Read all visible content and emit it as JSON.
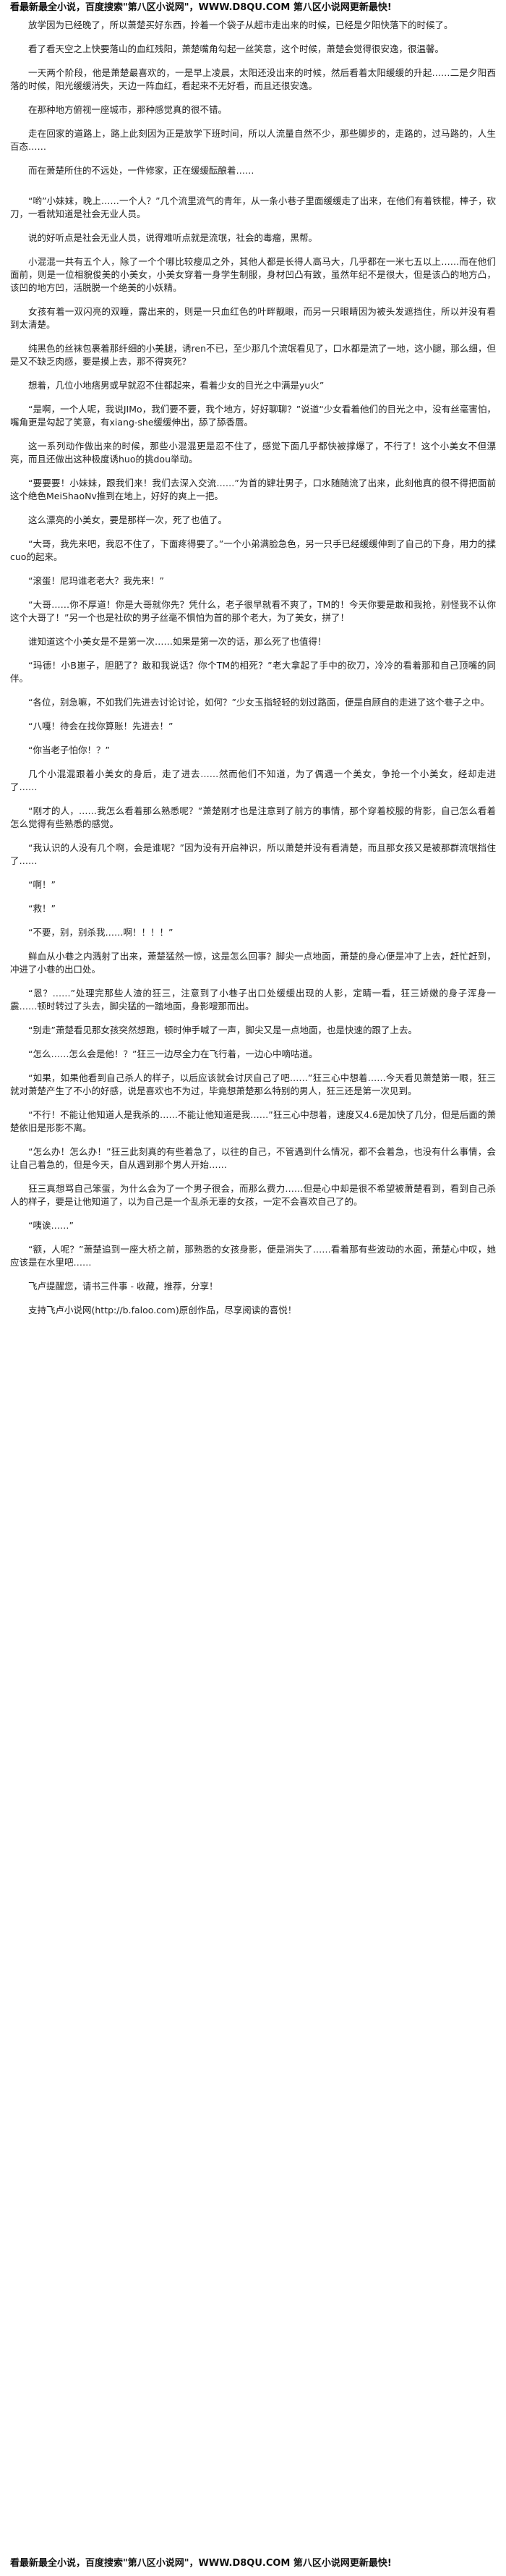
{
  "banner": {
    "top": "看最新最全小说，百度搜索\"第八区小说网\"，WWW.D8QU.COM 第八区小说网更新最快!",
    "bottom": "看最新最全小说，百度搜索\"第八区小说网\"，WWW.D8QU.COM 第八区小说网更新最快!"
  },
  "paragraphs": [
    "放学因为已经晚了，所以萧楚买好东西，拎着一个袋子从超市走出来的时候，已经是夕阳快落下的时候了。",
    "看了看天空之上快要落山的血红残阳，萧楚嘴角勾起一丝笑意，这个时候，萧楚会觉得很安逸，很温馨。",
    "一天两个阶段，他是萧楚最喜欢的，一是早上凌晨，太阳还没出来的时候，然后看着太阳缓缓的升起……二是夕阳西落的时候，阳光缓缓消失，天边一阵血红，看起来不无好看，而且还很安逸。",
    "在那种地方俯视一座城市，那种感觉真的很不错。",
    "走在回家的道路上，路上此刻因为正是放学下班时间，所以人流量自然不少，那些脚步的，走路的，过马路的，人生百态……",
    "而在萧楚所住的不远处，一件修家，正在缓缓酝酿着……",
    "“哟”小妹妹，晚上……一个人？”几个流里流气的青年，从一条小巷子里面缓缓走了出来，在他们有着铁棍，棒子，砍刀，一看就知道是社会无业人员。",
    "说的好听点是社会无业人员，说得难听点就是流氓，社会的毒瘤，黑帮。",
    "小混混一共有五个人，除了一个个哪比较瘦瓜之外，其他人都是长得人高马大，几乎都在一米七五以上……而在他们面前，则是一位相貌俊美的小美女，小美女穿着一身学生制服，身材凹凸有致，虽然年纪不是很大，但是该凸的地方凸，该凹的地方凹，活脱脱一个绝美的小妖精。",
    "女孩有着一双闪亮的双瞳，露出来的，则是一只血红色的叶畔靓眼，而另一只眼睛因为被头发遮挡住，所以并没有看到太清楚。",
    "纯黑色的丝袜包裹着那纤细的小美腿，诱ren不已，至少那几个流氓看见了，口水都是流了一地，这小腿，那么细，但是又不缺乏肉感，要是摸上去，那不得爽死？",
    "想着，几位小地痞男或早就忍不住都起来，看着少女的目光之中满是yu火”",
    "“是啊，一个人呢，我说JIMo，我们要不要，我个地方，好好聊聊？”说道“少女看着他们的目光之中，没有丝毫害怕，嘴角更是勾起了笑意，有xiang-she缓缓伸出，舔了舔香唇。",
    "这一系列动作做出来的时候，那些小混混更是忍不住了，感觉下面几乎都快被撑爆了，不行了！这个小美女不但漂亮，而且还做出这种极度诱huo的挑dou举动。",
    "“要要要！小妹妹，跟我们来！我们去深入交流……”为首的肄壮男子，口水随随流了出来，此刻他真的很不得把面前这个绝色MeiShaoNv推到在地上，好好的爽上一把。",
    "这么漂亮的小美女，要是那样一次，死了也值了。",
    "“大哥，我先来吧，我忍不住了，下面疼得要了。”一个小弟满脸急色，另一只手已经缓缓伸到了自己的下身，用力的揉cuo的起来。",
    "“滚蛋！尼玛谁老老大？我先来！”",
    "“大哥……你不厚道！你是大哥就你先？凭什么，老子很早就看不爽了，TM的！今天你要是敢和我抢，别怪我不认你这个大哥了！”另一个也是社砍的男子丝毫不惧怕为首的那个老大，为了美女，拼了！",
    "谁知道这个小美女是不是第一次……如果是第一次的话，那么死了也值得！",
    "“玛德！小B崽子，胆肥了？敢和我说话？你个TM的相死？”老大拿起了手中的砍刀，冷冷的看着那和自己顶嘴的同伴。",
    "“各位，别急嘛，不如我们先进去讨论讨论，如何？”少女玉指轻轻的划过路面，便是自顾自的走进了这个巷子之中。",
    "“八嘎！待会在找你算账！先进去！”",
    "“你当老子怕你！？”",
    "几个小混混跟着小美女的身后，走了进去……然而他们不知道，为了偶遇一个美女，争抢一个小美女，经却走进了……",
    "“刚才的人，……我怎么看着那么熟悉呢？”萧楚刚才也是注意到了前方的事情，那个穿着校服的背影，自己怎么看着怎么觉得有些熟悉的感觉。",
    "“我认识的人没有几个啊，会是谁呢？”因为没有开启神识，所以萧楚并没有看清楚，而且那女孩又是被那群流氓挡住了……",
    "“啊！”",
    "“救！”",
    "“不要，别，别杀我……啊！！！！”",
    "鲜血从小巷之内溅射了出来，萧楚猛然一惊，这是怎么回事？脚尖一点地面，萧楚的身心便是冲了上去，赶忙赶到，冲进了小巷的出口处。",
    "“恩？……”处理完那些人渣的狂三，注意到了小巷子出口处缓缓出现的人影，定睛一看，狂三娇嫩的身子浑身一震……顿时转过了头去，脚尖猛的一踏地面，身影嗖那而出。",
    "“别走”萧楚看见那女孩突然想跑，顿时伸手喊了一声，脚尖又是一点地面，也是快速的跟了上去。",
    "“怎么……怎么会是他！？”狂三一边尽全力在飞行着，一边心中嘀咕道。",
    "“如果，如果他看到自己杀人的样子，以后应该就会讨厌自己了吧……”狂三心中想着……今天看见萧楚第一眼，狂三就对萧楚产生了不小的好感，说是喜欢也不为过，毕竟想萧楚那么特别的男人，狂三还是第一次见到。",
    "“不行！不能让他知道人是我杀的……不能让他知道是我……”狂三心中想着，速度又4.6是加快了几分，但是后面的萧楚依旧是形影不离。",
    "“怎么办！怎么办！”狂三此刻真的有些着急了，以往的自己，不管遇到什么情况，都不会着急，也没有什么事情，会让自己着急的，但是今天，自从遇到那个男人开始……",
    "狂三真想骂自己笨蛋，为什么会为了一个男子很会，而那么费力……但是心中却是很不希望被萧楚看到，看到自己杀人的样子，要是让他知道了，以为自己是一个乱杀无辜的女孩，一定不会喜欢自己了的。",
    "“咦诶……”",
    "“额，人呢？”萧楚追到一座大桥之前，那熟悉的女孩身影，便是消失了……看着那有些波动的水面，萧楚心中叹，她应该是在水里吧……",
    "飞卢提醒您，请书三件事 - 收藏，推荐，分享！",
    "支持飞卢小说网(http://b.faloo.com)原创作品，尽享阅读的喜悦！"
  ]
}
